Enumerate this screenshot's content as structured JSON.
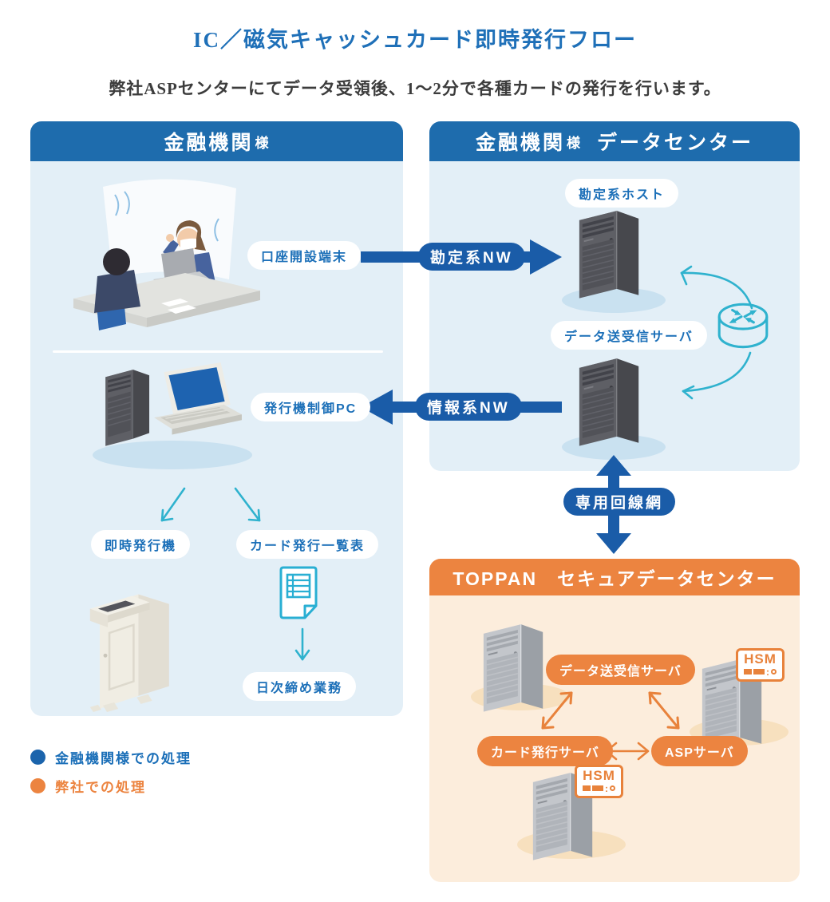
{
  "title": "IC／磁気キャッシュカード即時発行フロー",
  "subtitle": "弊社ASPセンターにてデータ受領後、1～2分で各種カードの発行を行います。",
  "colors": {
    "title_blue": "#1F70B8",
    "header_blue": "#1E6CAD",
    "panel_light_blue": "#E3EFF7",
    "arrow_navy": "#1A5CA8",
    "teal": "#2FB2CE",
    "header_orange": "#EC8440",
    "panel_light_orange": "#FCEDDC",
    "legend_blue": "#1B64AC",
    "legend_orange": "#EC8440"
  },
  "panels": {
    "bank": {
      "name": "金融機関",
      "suffix": "様",
      "labels": {
        "account_terminal": "口座開設端末",
        "issuer_pc": "発行機制御PC",
        "instant_issuer": "即時発行機",
        "card_list": "カード発行一覧表",
        "daily_closing": "日次締め業務"
      }
    },
    "bank_dc": {
      "name": "金融機関",
      "suffix": "様",
      "title2": "データセンター",
      "labels": {
        "core_host": "勘定系ホスト",
        "data_server": "データ送受信サーバ"
      }
    },
    "toppan": {
      "title": "TOPPAN　セキュアデータセンター",
      "labels": {
        "data_server": "データ送受信サーバ",
        "card_server": "カード発行サーバ",
        "asp_server": "ASPサーバ",
        "hsm": "HSM"
      }
    }
  },
  "networks": {
    "core_nw": "勘定系NW",
    "info_nw": "情報系NW",
    "dedicated_line": "専用回線網"
  },
  "legend": [
    {
      "color": "#1B64AC",
      "label": "金融機関様での処理"
    },
    {
      "color": "#EC8440",
      "label": "弊社での処理"
    }
  ]
}
